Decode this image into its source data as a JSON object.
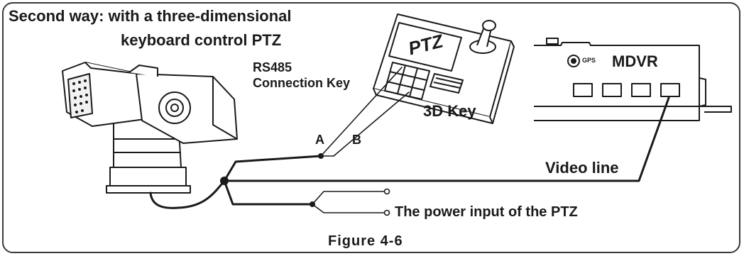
{
  "diagram": {
    "heading_line1": "Second way: with a three-dimensional",
    "heading_line2": "keyboard control PTZ",
    "rs485_label": "RS485",
    "connection_key_label": "Connection Key",
    "keyboard_screen_text": "PTZ",
    "keyboard_name": "3D Key",
    "gps_label": "GPS",
    "mdvr_label": "MDVR",
    "wire_a_label": "A",
    "wire_b_label": "B",
    "video_line_label": "Video line",
    "power_input_label": "The power input of the PTZ",
    "figure_caption": "Figure 4-6"
  }
}
